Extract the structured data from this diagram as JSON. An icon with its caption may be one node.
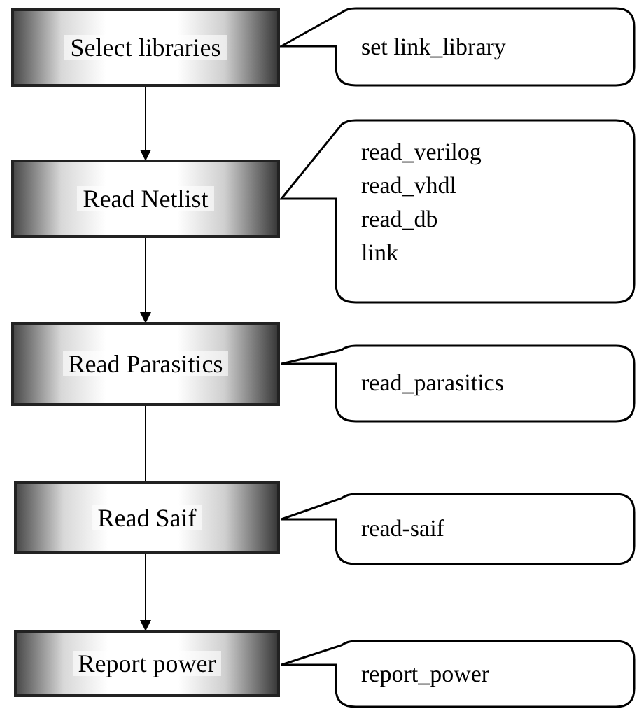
{
  "diagram": {
    "nodes": [
      {
        "text": [
          "Select libraries"
        ]
      },
      {
        "text": [
          "Read Netlist"
        ]
      },
      {
        "text": [
          "Read Parasitics"
        ]
      },
      {
        "text": [
          "Read Saif"
        ]
      },
      {
        "text": [
          "Report power"
        ]
      },
      {
        "text": [
          "set link_library"
        ]
      },
      {
        "text": [
          "read_verilog",
          "read_vhdl",
          "read_db",
          "link"
        ]
      },
      {
        "text": [
          "read_parasitics"
        ]
      },
      {
        "text": [
          "read-saif"
        ]
      },
      {
        "text": [
          "report_power"
        ]
      }
    ],
    "edges": [
      {
        "from": 0,
        "to": 1,
        "arrow": "to"
      },
      {
        "from": 1,
        "to": 2,
        "arrow": "to"
      },
      {
        "from": 2,
        "to": 3,
        "arrow": "none"
      },
      {
        "from": 3,
        "to": 4,
        "arrow": "to"
      }
    ]
  }
}
